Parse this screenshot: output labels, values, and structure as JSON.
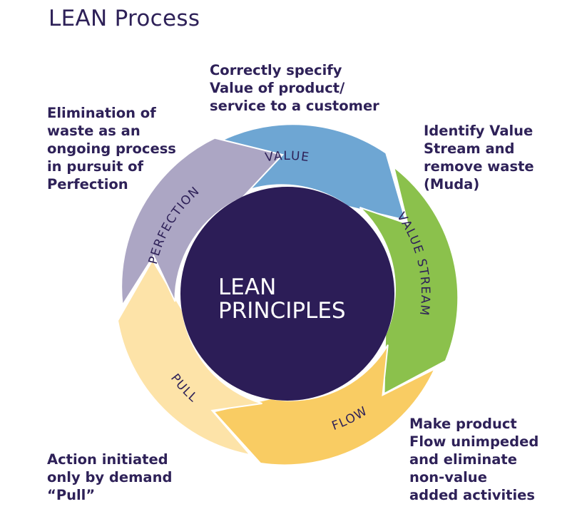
{
  "title": "LEAN Process",
  "center": {
    "lines": [
      "LEAN",
      "PRINCIPLES"
    ],
    "color": "#2c1d57"
  },
  "segments": [
    {
      "key": "value",
      "label": "VALUE",
      "color": "#6ea6d3"
    },
    {
      "key": "value_stream",
      "label": "VALUE STREAM",
      "color": "#8bc14c"
    },
    {
      "key": "flow",
      "label": "FLOW",
      "color": "#f9cc63"
    },
    {
      "key": "pull",
      "label": "PULL",
      "color": "#fde3a8"
    },
    {
      "key": "perfection",
      "label": "PERFECTION",
      "color": "#aca6c4"
    }
  ],
  "notes": {
    "value": [
      "Correctly specify",
      "Value of product/",
      "service to a customer"
    ],
    "value_stream": [
      "Identify Value",
      "Stream and",
      "remove waste",
      "(Muda)"
    ],
    "perfection": [
      "Elimination of",
      "waste as an",
      "ongoing process",
      "in pursuit of",
      "Perfection"
    ],
    "flow": [
      "Make product",
      "Flow unimpeded",
      "and eliminate",
      "non-value",
      "added activities"
    ],
    "pull": [
      "Action initiated",
      "only by demand",
      "“Pull”"
    ]
  },
  "text_color": "#2e2158"
}
